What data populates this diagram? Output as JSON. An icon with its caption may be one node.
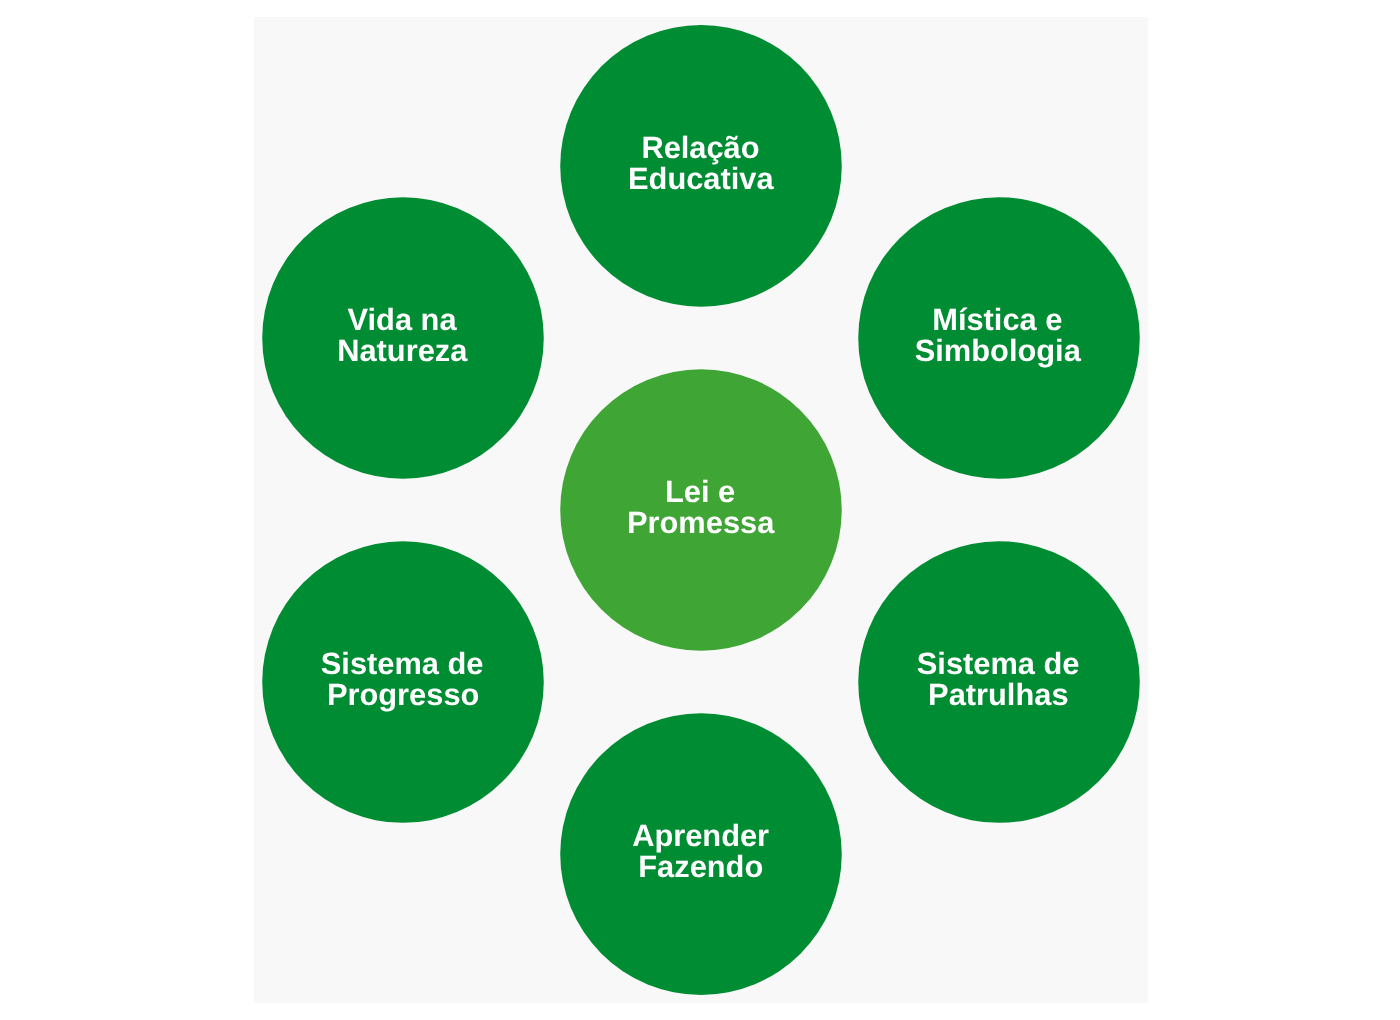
{
  "diagram": {
    "nodes": [
      {
        "text": [
          "Mística e Simbologia"
        ]
      },
      {
        "text": [
          "Relação Educativa"
        ]
      },
      {
        "text": [
          "Vida na Natureza"
        ]
      },
      {
        "text": [
          "Lei e Promessa"
        ]
      },
      {
        "text": [
          "Sistema de Progresso"
        ]
      },
      {
        "text": [
          "Aprender Fazendo"
        ]
      },
      {
        "text": [
          "Sistema de Patrulhas"
        ]
      }
    ],
    "edges": []
  }
}
